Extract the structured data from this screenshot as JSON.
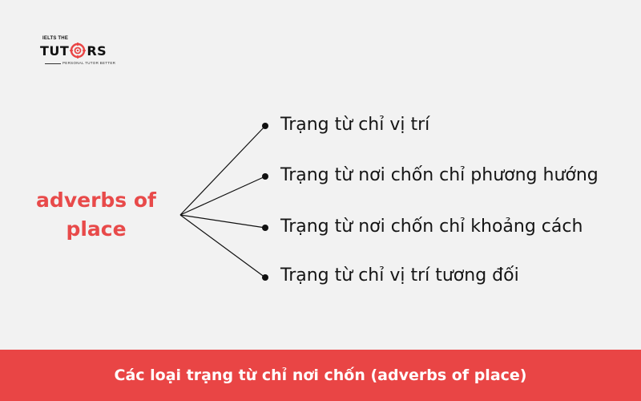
{
  "logo": {
    "small_text": "IELTS THE",
    "main_left": "TUT",
    "main_right": "RS",
    "tagline": "PERSONAL TUTOR BETTER"
  },
  "diagram": {
    "topic_line1": "adverbs of",
    "topic_line2": "place",
    "branches": [
      "Trạng từ chỉ vị trí",
      "Trạng từ nơi chốn chỉ phương hướng",
      "Trạng từ nơi chốn chỉ khoảng cách",
      "Trạng từ chỉ vị trí tương đối"
    ]
  },
  "footer": {
    "caption": "Các loại trạng từ chỉ nơi chốn (adverbs of place)"
  },
  "colors": {
    "accent": "#e94545",
    "topic": "#e84a4a",
    "background": "#f2f2f2",
    "text": "#151515"
  }
}
